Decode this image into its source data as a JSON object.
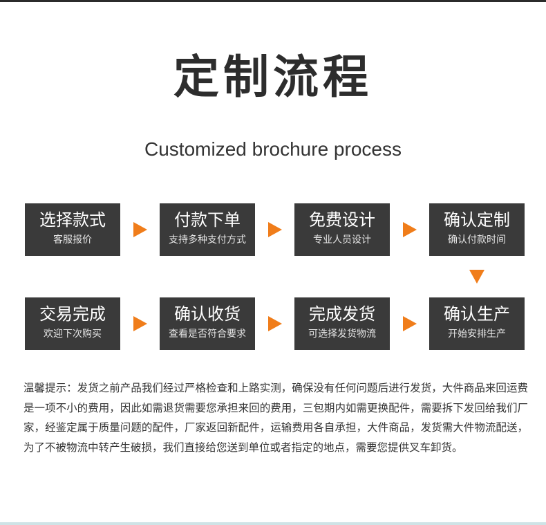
{
  "title": "定制流程",
  "subtitle": "Customized brochure process",
  "steps": [
    {
      "title": "选择款式",
      "sub": "客服报价"
    },
    {
      "title": "付款下单",
      "sub": "支持多种支付方式"
    },
    {
      "title": "免费设计",
      "sub": "专业人员设计"
    },
    {
      "title": "确认定制",
      "sub": "确认付款时间"
    },
    {
      "title": "确认生产",
      "sub": "开始安排生产"
    },
    {
      "title": "完成发货",
      "sub": "可选择发货物流"
    },
    {
      "title": "确认收货",
      "sub": "查看是否符合要求"
    },
    {
      "title": "交易完成",
      "sub": "欢迎下次购买"
    }
  ],
  "note": "温馨提示：发货之前产品我们经过严格检查和上路实测，确保没有任何问题后进行发货，大件商品来回运费是一项不小的费用，因此如需退货需要您承担来回的费用，三包期内如需更换配件，需要拆下发回给我们厂家，经鉴定属于质量问题的配件，厂家返回新配件，运输费用各自承担，大件商品，发货需大件物流配送，为了不被物流中转产生破损，我们直接给您送到单位或者指定的地点，需要您提供叉车卸货。",
  "colors": {
    "box": "#3a3a3a",
    "arrow": "#f07d1a",
    "text": "#333333"
  },
  "icons": {
    "arrow_right": "arrow-right-icon",
    "arrow_down": "arrow-down-icon"
  }
}
